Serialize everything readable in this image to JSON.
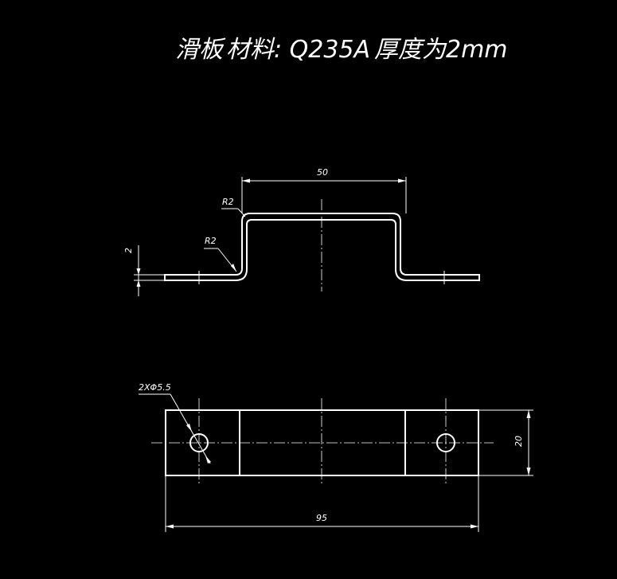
{
  "title": {
    "part_name": "滑板",
    "material": "材料: Q235A",
    "thickness": "厚度为2mm"
  },
  "dimensions": {
    "top_width": "50",
    "bend_radius_upper": "R2",
    "bend_radius_lower": "R2",
    "thickness": "2",
    "holes": "2XΦ5.5",
    "height": "20",
    "overall_length": "95"
  },
  "colors": {
    "background": "#000000",
    "lines": "#ffffff"
  }
}
